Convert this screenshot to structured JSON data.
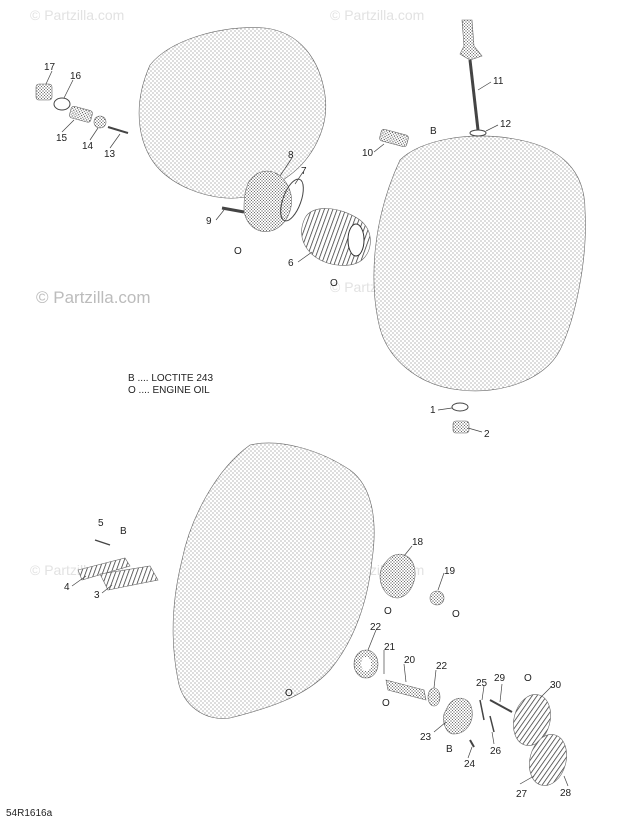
{
  "watermark": {
    "main": "© Partzilla.com",
    "faint": "© Partzilla.com"
  },
  "legend": {
    "lines": [
      "B .... LOCTITE 243",
      "O .... ENGINE OIL"
    ]
  },
  "reference_code": "54R1616a",
  "callouts": {
    "c1": "1",
    "c2": "2",
    "c3": "3",
    "c4": "4",
    "c5": "5",
    "c5b": "B",
    "c6": "6",
    "c6o": "O",
    "c7": "7",
    "c8": "8",
    "c8o": "O",
    "c9": "9",
    "c10": "10",
    "c10b": "B",
    "c11": "11",
    "c12": "12",
    "c13": "13",
    "c14": "14",
    "c15": "15",
    "c16": "16",
    "c17": "17",
    "c18": "18",
    "c18o": "O",
    "c19": "19",
    "c19o": "O",
    "c20": "20",
    "c20o": "O",
    "c21": "21",
    "c22a": "22",
    "c22b": "22",
    "c23": "23",
    "c23b": "B",
    "c24": "24",
    "c25": "25",
    "c26": "26",
    "c27": "27",
    "c28": "28",
    "c29": "29",
    "c29o": "O",
    "c30": "30",
    "ccaseo": "O"
  }
}
